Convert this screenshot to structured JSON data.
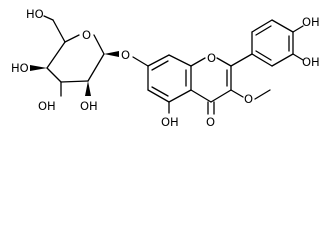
{
  "molecule": {
    "atom_labels": {
      "oh_c6": "HO",
      "ho_c4": "HO",
      "oh_c3": "OH",
      "oh_c2": "OH",
      "o_ring_sugar": "O",
      "o_glycosidic": "O",
      "o_ring_flavone": "O",
      "oh_c5": "OH",
      "o_carbonyl": "O",
      "o_methoxy": "O",
      "oh_3prime": "OH",
      "oh_4prime": "OH"
    },
    "colors": {
      "ink": "#000000",
      "background": "#ffffff"
    }
  }
}
